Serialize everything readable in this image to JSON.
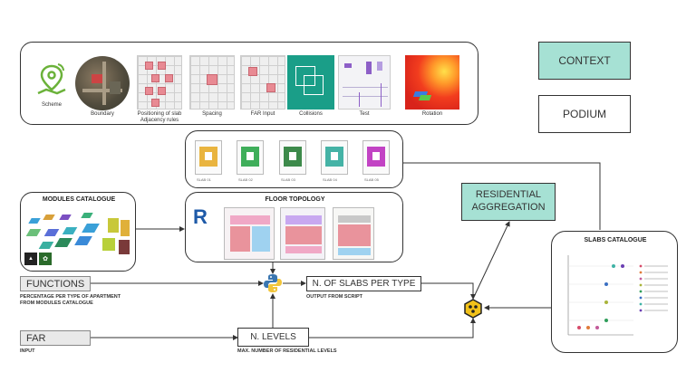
{
  "top_panel": {
    "items": [
      {
        "label": "Scheme",
        "icon": "map-pin-icon"
      },
      {
        "label": "Boundary"
      },
      {
        "label": "Positioning of slab\nAdjacency rules"
      },
      {
        "label": "Spacing"
      },
      {
        "label": "FAR Input"
      },
      {
        "label": "Collisions"
      },
      {
        "label": "Test"
      },
      {
        "label": "Rotation"
      }
    ]
  },
  "context_label": "CONTEXT",
  "podium_label": "PODIUM",
  "modules_catalogue": {
    "title": "MODULES CATALOGUE"
  },
  "floor_topology": {
    "title": "FLOOR TOPOLOGY"
  },
  "residential_aggregation": "RESIDENTIAL\nAGGREGATION",
  "functions": {
    "label": "FUNCTIONS",
    "sub": "PERCENTAGE PER TYPE OF APARTMENT\nFROM MODULES CATALOGUE"
  },
  "slabs_per_type": {
    "label": "N. OF SLABS PER TYPE",
    "sub": "OUTPUT FROM SCRIPT"
  },
  "far": {
    "label": "FAR",
    "sub": "INPUT"
  },
  "levels": {
    "label": "N. LEVELS",
    "sub": "MAX. NUMBER OF RESIDENTIAL LEVELS"
  },
  "slabs_catalogue": {
    "title": "SLABS CATALOGUE"
  },
  "colors": {
    "teal": "#a6e1d4",
    "collisions": "#1a9e88",
    "slab_colors": [
      "#e9b43f",
      "#3fae5a",
      "#3d8a4b",
      "#45b3a6",
      "#c243c4"
    ],
    "legend_colors": [
      "#d64b6a",
      "#e07b3a",
      "#c25a9a",
      "#a9b43a",
      "#2f9e5a",
      "#3a6fc2",
      "#3fb3a6",
      "#6b3fb3"
    ]
  }
}
